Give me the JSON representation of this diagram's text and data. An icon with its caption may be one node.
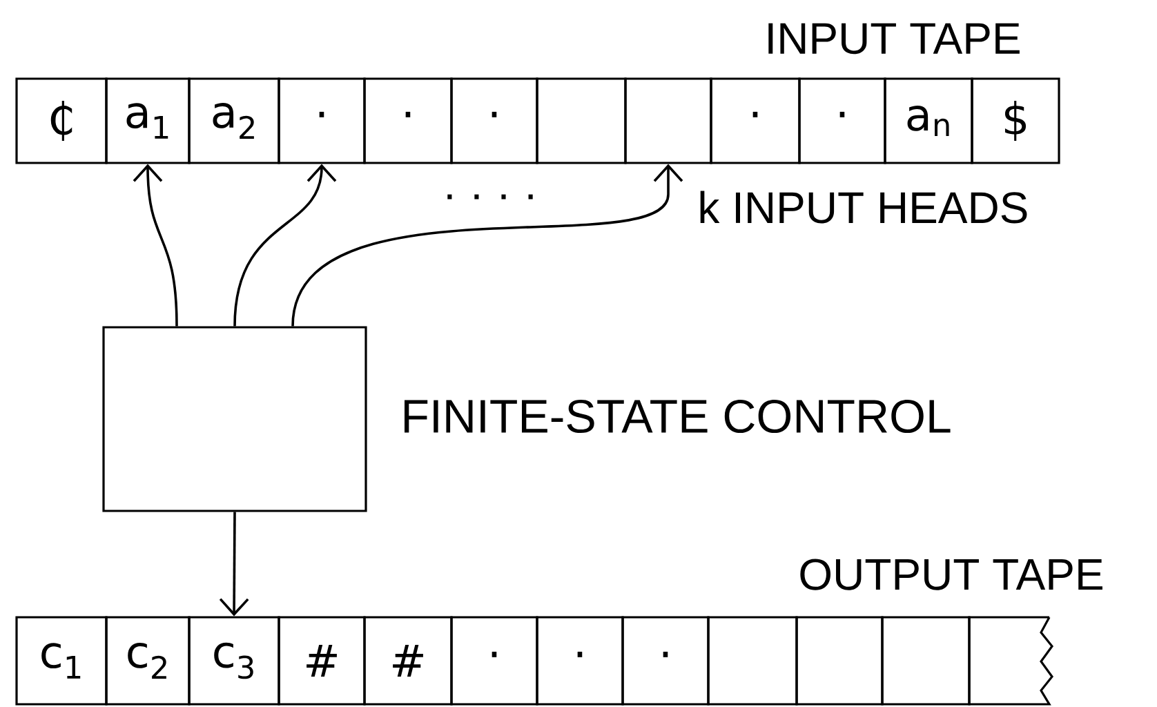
{
  "diagram": {
    "nodes": [
      {
        "text": [
          "₵"
        ]
      },
      {
        "text": [
          "a$_{1}$"
        ]
      },
      {
        "text": [
          "a$_{2}$"
        ]
      },
      {
        "text": [
          "·"
        ]
      },
      {
        "text": [
          "·"
        ]
      },
      {
        "text": [
          "·"
        ]
      },
      {
        "text": [],
        "shape": "box"
      },
      {
        "text": [],
        "shape": "box"
      },
      {
        "text": [
          "·"
        ]
      },
      {
        "text": [
          "·"
        ]
      },
      {
        "text": [
          "a$_{n}$"
        ]
      },
      {
        "text": [
          "$"
        ]
      },
      {
        "text": [],
        "shape": "box",
        "beside": [
          "FINITE-STATE CONTROL"
        ]
      },
      {
        "text": [
          "c$_{1}$"
        ]
      },
      {
        "text": [
          "c$_{2}$"
        ]
      },
      {
        "text": [
          "c$_{3}$"
        ]
      },
      {
        "text": [
          "#"
        ]
      },
      {
        "text": [
          "#"
        ]
      },
      {
        "text": [
          "·"
        ]
      },
      {
        "text": [
          "·"
        ]
      },
      {
        "text": [
          "·"
        ]
      },
      {
        "text": [],
        "shape": "box"
      },
      {
        "text": [],
        "shape": "box"
      },
      {
        "text": [],
        "shape": "box"
      },
      {
        "text": [],
        "shape": "box"
      }
    ],
    "edges": [
      {
        "from": 12,
        "to": 1,
        "arrow": "to"
      },
      {
        "from": 12,
        "to": 3,
        "arrow": "to"
      },
      {
        "from": 12,
        "to": 7,
        "arrow": "to"
      },
      {
        "from": 12,
        "to": 15,
        "arrow": "to"
      }
    ],
    "labels": [
      "INPUT TAPE",
      "· · · ·",
      "k INPUT HEADS",
      "OUTPUT TAPE"
    ]
  }
}
